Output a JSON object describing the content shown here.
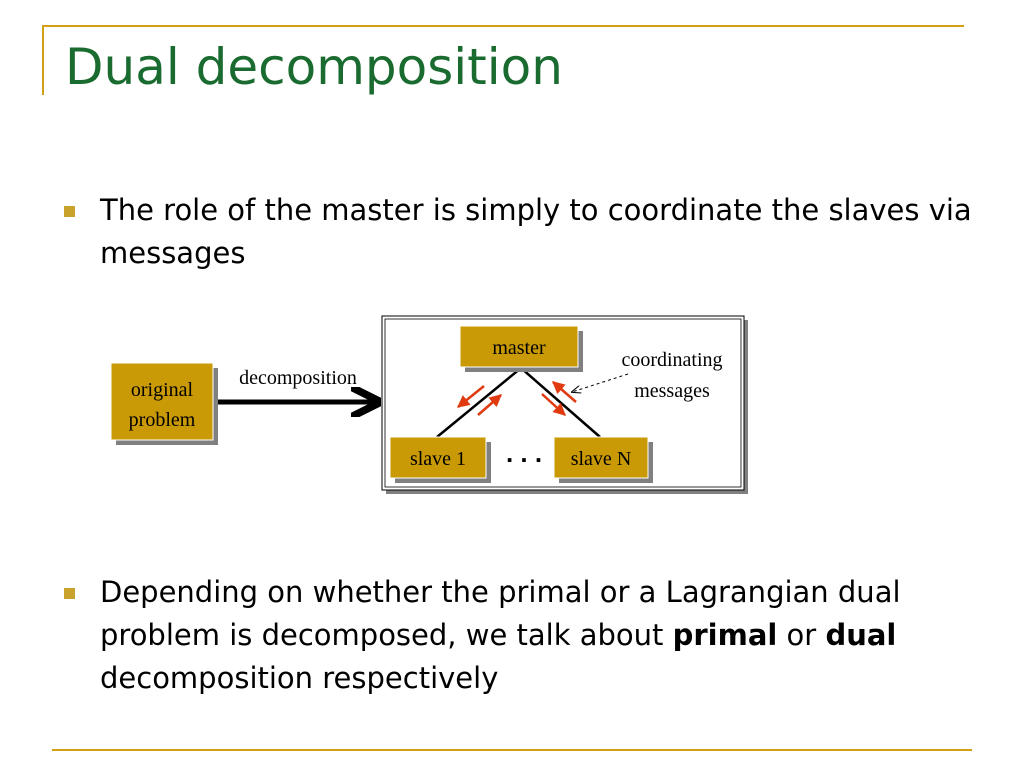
{
  "slide": {
    "title": "Dual decomposition",
    "bullets": [
      {
        "text": "The role of the master is simply to coordinate the slaves via messages"
      },
      {
        "parts": [
          "Depending on whether the primal or a Lagrangian dual problem is decomposed,  we talk about ",
          "primal",
          " or ",
          "dual",
          " decomposition respectively"
        ]
      }
    ]
  },
  "diagram": {
    "original_problem_line1": "original",
    "original_problem_line2": "problem",
    "arrow_label": "decomposition",
    "master_label": "master",
    "slave1_label": "slave 1",
    "slaveN_label": "slave N",
    "ellipsis": ". . .",
    "annotation_line1": "coordinating",
    "annotation_line2": "messages"
  },
  "colors": {
    "title": "#1a6b2f",
    "accent": "#d4a017",
    "box_fill": "#c99a06",
    "message_arrow": "#e03a10"
  }
}
